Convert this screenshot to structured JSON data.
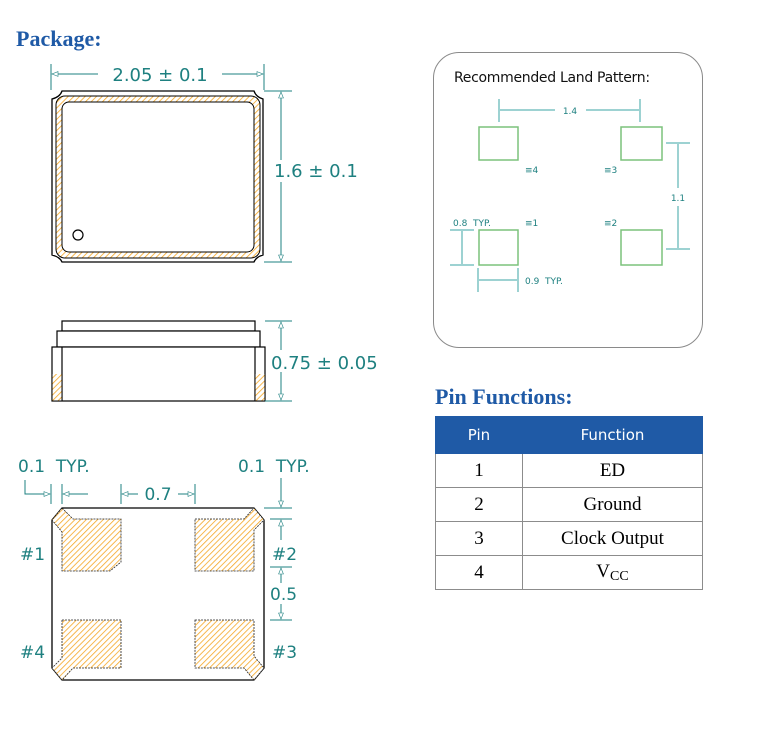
{
  "package": {
    "title": "Package:",
    "top_view": {
      "width_dim": "2.05 ± 0.1",
      "height_dim": "1.6 ± 0.1"
    },
    "side_view": {
      "thickness_dim": "0.75 ± 0.05"
    },
    "bottom_view": {
      "left_typ": "0.1  TYP.",
      "right_typ": "0.1  TYP.",
      "pad_spacing": "0.7",
      "pad_height": "0.5",
      "pad_labels": [
        "#1",
        "#2",
        "#3",
        "#4"
      ]
    }
  },
  "land_pattern": {
    "title": "Recommended Land Pattern:",
    "horizontal_pitch": "1.4",
    "vertical_pitch": "1.1",
    "pad_height": "0.8  TYP.",
    "pad_width": "0.9  TYP.",
    "pad_labels": [
      "≡1",
      "≡2",
      "≡3",
      "≡4"
    ]
  },
  "pin_functions": {
    "title": "Pin Functions:",
    "columns": [
      "Pin",
      "Function"
    ],
    "rows": [
      {
        "pin": "1",
        "function": "ED"
      },
      {
        "pin": "2",
        "function": "Ground"
      },
      {
        "pin": "3",
        "function": "Clock Output"
      },
      {
        "pin": "4",
        "function": "V",
        "function_sub": "CC"
      }
    ]
  },
  "colors": {
    "heading": "#1f5aa6",
    "dimension": "#1e8080",
    "pad_hatch": "#f5a623",
    "land_pad": "#7cc27c"
  }
}
